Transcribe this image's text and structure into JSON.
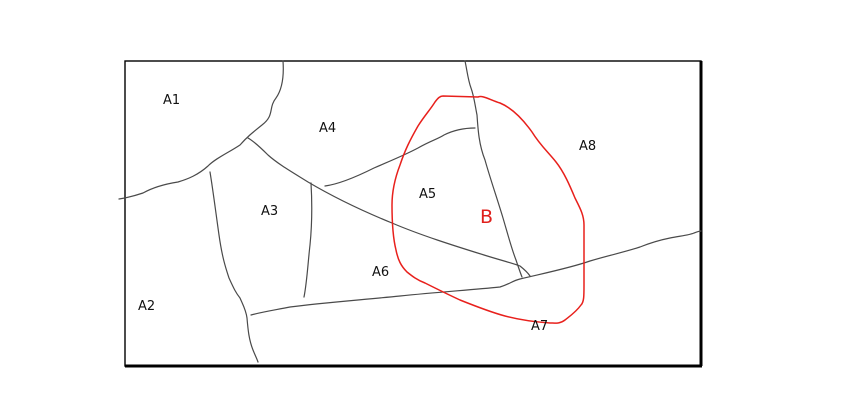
{
  "diagram": {
    "regions": [
      {
        "id": "A1",
        "label": "A1"
      },
      {
        "id": "A2",
        "label": "A2"
      },
      {
        "id": "A3",
        "label": "A3"
      },
      {
        "id": "A4",
        "label": "A4"
      },
      {
        "id": "A5",
        "label": "A5"
      },
      {
        "id": "A6",
        "label": "A6"
      },
      {
        "id": "A7",
        "label": "A7"
      },
      {
        "id": "A8",
        "label": "A8"
      }
    ],
    "zone": {
      "label": "B",
      "color": "#e8201c"
    },
    "colors": {
      "boundary": "#4a4a4a",
      "frame": "#000000",
      "background": "#ffffff"
    }
  }
}
